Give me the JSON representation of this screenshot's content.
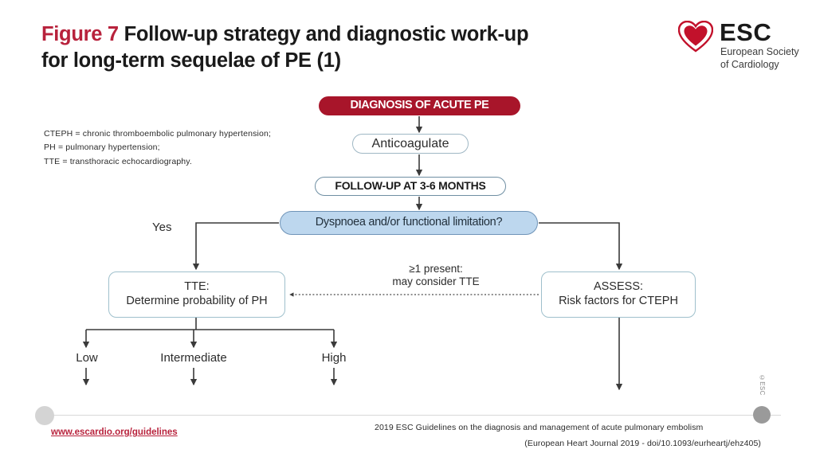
{
  "header": {
    "figure_number": "Figure 7",
    "title_line1": "Follow-up strategy and diagnostic work-up",
    "title_line2": "for long-term sequelae of PE (1)",
    "accent_color": "#b8223c"
  },
  "logo": {
    "wordmark": "ESC",
    "subtitle_line1": "European Society",
    "subtitle_line2": "of Cardiology",
    "heart_color": "#c2112b"
  },
  "legend": {
    "line1": "CTEPH = chronic thromboembolic pulmonary hypertension;",
    "line2": "PH = pulmonary hypertension;",
    "line3": "TTE = transthoracic echocardiography."
  },
  "flow": {
    "diagnosis": {
      "label": "DIAGNOSIS OF ACUTE PE",
      "fill": "#a8152a",
      "text_color": "#ffffff"
    },
    "anticoagulate": {
      "label": "Anticoagulate",
      "fill": "#ffffff",
      "border": "#9fb7c4"
    },
    "followup": {
      "label": "FOLLOW-UP AT 3-6 MONTHS",
      "fill": "#ffffff",
      "border": "#6f8fa3"
    },
    "dyspnoea": {
      "label": "Dyspnoea and/or functional limitation?",
      "fill": "#bdd7ee",
      "border": "#6f94b8"
    },
    "tte": {
      "line1": "TTE:",
      "line2": "Determine  probability of PH",
      "fill": "#ffffff",
      "border": "#9fc0cc"
    },
    "assess": {
      "line1": "ASSESS:",
      "line2": "Risk factors for CTEPH",
      "fill": "#ffffff",
      "border": "#9fc0cc"
    },
    "branch_yes": "Yes",
    "dotted_label_line1": "≥1 present:",
    "dotted_label_line2": "may consider TTE",
    "probabilities": [
      {
        "label": "Low"
      },
      {
        "label": "Intermediate"
      },
      {
        "label": "High"
      }
    ]
  },
  "footer": {
    "url": "www.escardio.org/guidelines",
    "citation_line1": "2019 ESC Guidelines on the diagnosis and management of acute pulmonary embolism",
    "citation_line2": "(European Heart Journal 2019 - doi/10.1093/eurheartj/ehz405)",
    "copyright": "©ESC"
  }
}
